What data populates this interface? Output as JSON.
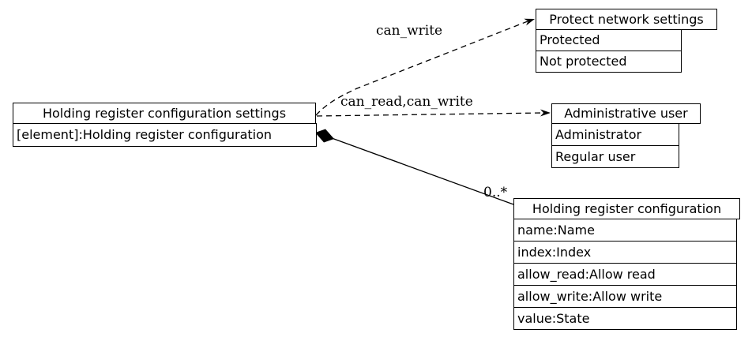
{
  "diagram": {
    "nodes": {
      "settings": {
        "title": "Holding register configuration settings",
        "rows": [
          "[element]:Holding register configuration"
        ]
      },
      "protect": {
        "title": "Protect network settings",
        "rows": [
          "Protected",
          "Not protected"
        ]
      },
      "admin": {
        "title": "Administrative user",
        "rows": [
          "Administrator",
          "Regular user"
        ]
      },
      "config": {
        "title": "Holding register configuration",
        "rows": [
          "name:Name",
          "index:Index",
          "allow_read:Allow read",
          "allow_write:Allow write",
          "value:State"
        ]
      }
    },
    "edges": {
      "can_write_label": "can_write",
      "can_read_write_label": "can_read,can_write",
      "multiplicity_label": "0..*"
    },
    "colors": {
      "line": "#000000",
      "background": "#ffffff",
      "text": "#000000"
    }
  }
}
